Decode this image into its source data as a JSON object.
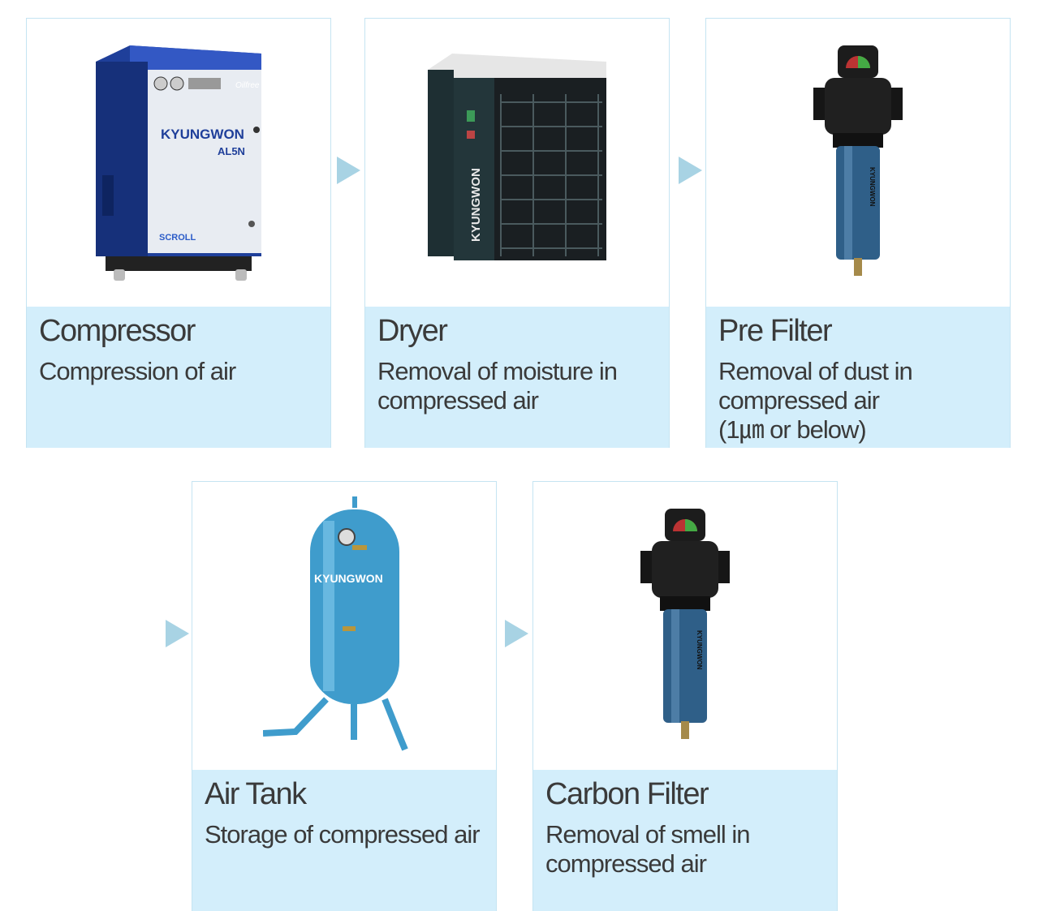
{
  "steps": [
    {
      "title": "Compressor",
      "desc": "Compression of air",
      "label": "KYUNGWON",
      "model": "AL5N",
      "badge": "SCROLL",
      "tag": "Oilfree"
    },
    {
      "title": "Dryer",
      "desc": "Removal of moisture in\ncompressed air",
      "label": "KYUNGWON"
    },
    {
      "title": "Pre Filter",
      "desc": "Removal of dust in\ncompressed air\n(1㎛ or below)",
      "label": "KYUNGWON"
    },
    {
      "title": "Air Tank",
      "desc": "Storage of compressed air",
      "label": "KYUNGWON"
    },
    {
      "title": "Carbon Filter",
      "desc": "Removal of smell in\ncompressed air",
      "label": "KYUNGWON"
    }
  ],
  "colors": {
    "card_border": "#c5e4f2",
    "info_bg": "#d3eefb",
    "arrow": "#a8d3e4",
    "text": "#3a3a3a"
  },
  "icons": [
    "compressor-image",
    "dryer-image",
    "filter-image",
    "air-tank-image",
    "filter-image",
    "arrow-right-icon"
  ]
}
